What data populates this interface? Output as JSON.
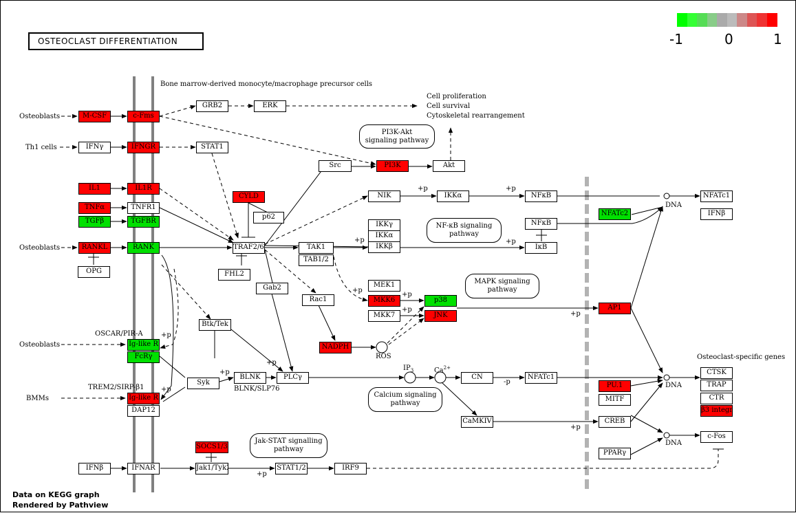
{
  "title": "OSTEOCLAST DIFFERENTIATION",
  "footer": [
    "Data on KEGG graph",
    "Rendered by Pathview"
  ],
  "legend": {
    "colors": [
      "#00ff00",
      "#33ff33",
      "#55dd55",
      "#88cc88",
      "#aaaaaa",
      "#bbbbbb",
      "#cc8888",
      "#dd5555",
      "#ee3333",
      "#ff0000"
    ],
    "ticks": [
      "-1",
      "0",
      "1"
    ]
  },
  "colors": {
    "up": "#ff0000",
    "down": "#00e000",
    "membrane": "#808080",
    "nucleus": "#b3b3b3"
  },
  "nodes": {
    "mcsf": "M-CSF",
    "cfms": "c-Fms",
    "grb2": "GRB2",
    "erk": "ERK",
    "ifng": "IFNγ",
    "ifngr": "IFNGR",
    "stat1": "STAT1",
    "src": "Src",
    "pi3k": "PI3K",
    "akt": "Akt",
    "il1": "IL1",
    "il1r": "IL1R",
    "cyld": "CYLD",
    "p62": "p62",
    "tnfa": "TNFα",
    "tnfr1": "TNFR1",
    "tgfb": "TGFβ",
    "tgfbr": "TGFBR",
    "rankl": "RANKL",
    "rank": "RANK",
    "opg": "OPG",
    "traf26": "TRAF2/6",
    "fhl2": "FHL2",
    "tak1": "TAK1",
    "tab12": "TAB1/2",
    "nik": "NIK",
    "ikka": "IKKα",
    "nfkb1": "NFκB",
    "nfkb2": "NFκB",
    "ikb": "IκB",
    "ikkg": "IKKγ",
    "ikka2": "IKKα",
    "ikkb": "IKKβ",
    "nfatc1a": "NFATc1",
    "ifnb2": "IFNβ",
    "nfatc2": "NFATc2",
    "gab2": "Gab2",
    "rac1": "Rac1",
    "mek1": "MEK1",
    "mkk6": "MKK6",
    "p38": "p38",
    "mkk7": "MKK7",
    "jnk": "JNK",
    "nadph": "NADPH",
    "ap1": "AP1",
    "btk": "Btk/Tek",
    "iglike1": "Ig-like R",
    "fcrg": "FcRγ",
    "syk": "Syk",
    "blnk": "BLNK",
    "plcg": "PLCγ",
    "cn": "CN",
    "nfatc1b": "NFATc1",
    "iglike2": "Ig-like R",
    "dap12": "DAP12",
    "pu1": "PU.1",
    "mitf": "MITF",
    "camkiv": "CaMKIV",
    "creb": "CREB",
    "ppar": "PPARγ",
    "ctsk": "CTSK",
    "trap": "TRAP",
    "ctr": "CTR",
    "b3int": "β3 integrin",
    "cfos": "c-Fos",
    "ifnb1": "IFNβ",
    "ifnar": "IFNAR",
    "socs": "SOCS1/3",
    "jak": "Jak1/Tyk2",
    "stat12": "STAT1/2",
    "irf9": "IRF9"
  },
  "pathways": {
    "pi3k": [
      "PI3K-Akt",
      "signaling pathway"
    ],
    "nfkb": [
      "NF-κB signaling",
      "pathway"
    ],
    "mapk": [
      "MAPK signaling",
      "pathway"
    ],
    "calcium": [
      "Calcium signaling",
      "pathway"
    ],
    "jakstat": [
      "Jak-STAT signalling",
      "pathway"
    ]
  },
  "labels": {
    "bone_marrow": "Bone marrow-derived monocyte/macrophage precursor cells",
    "osteoblasts1": "Osteoblasts",
    "th1": "Th1 cells",
    "osteoblasts2": "Osteoblasts",
    "osteoblasts3": "Osteoblasts",
    "bmms": "BMMs",
    "oscar": "OSCAR/PIR-A",
    "trem2": "TREM2/SIRP-β1",
    "blnk_slp": "BLNK/SLP76",
    "cell_prolif": "Cell proliferation",
    "cell_surv": "Cell survival",
    "cyto": "Cytoskeletal rearrangement",
    "dna1": "DNA",
    "dna2": "DNA",
    "dna3": "DNA",
    "ros": "ROS",
    "ip3": "IP",
    "ip3_sub": "3",
    "ca": "Ca",
    "ca_sup": "2+",
    "osteoclast_genes": "Osteoclast-specific genes",
    "p_ikka": "+p",
    "p_nfkb": "+p",
    "p_ikkb": "+p",
    "p_ikb": "+p",
    "p_mkk6": "+p",
    "p_p38": "+p",
    "p_jnk": "+p",
    "p_ap1": "+p",
    "p_syk": "+p",
    "p_blnk": "+p",
    "p_iglike1": "+p",
    "p_iglike2": "+p",
    "p_nfatc1": "-p",
    "p_creb": "+p",
    "p_stat": "+p"
  }
}
